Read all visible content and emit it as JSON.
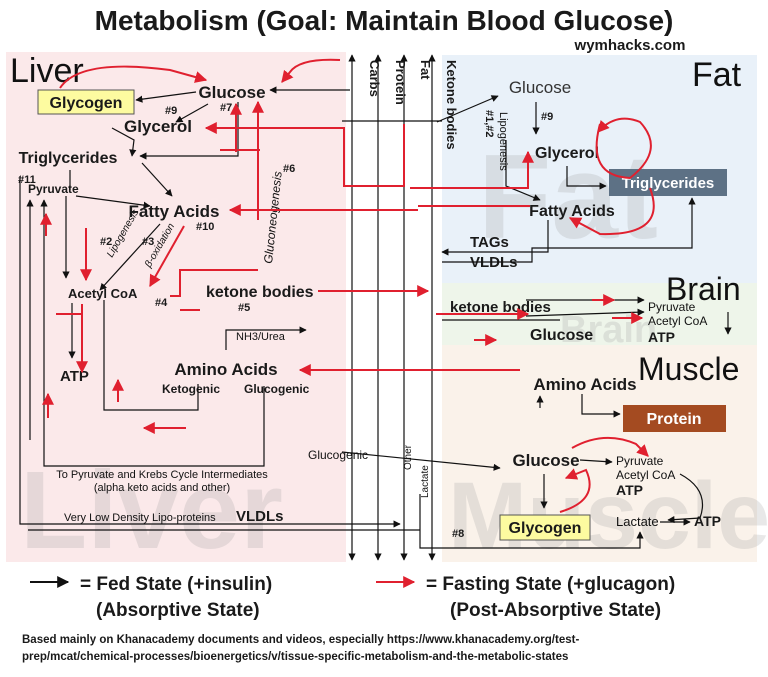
{
  "title": "Metabolism (Goal: Maintain Blood Glucose)",
  "source_site": "wymhacks.com",
  "regions": {
    "liver": "Liver",
    "fat": "Fat",
    "brain": "Brain",
    "muscle": "Muscle"
  },
  "watermarks": {
    "liver": "Liver",
    "fat": "Fat",
    "brain": "Brain",
    "muscle": "Muscle"
  },
  "blood_columns": [
    "Carbs",
    "Protein",
    "Fat",
    "Ketone bodies"
  ],
  "liver": {
    "glycogen": "Glycogen",
    "glucose": "Glucose",
    "glycerol": "Glycerol",
    "triglycerides": "Triglycerides",
    "pyruvate": "Pyruvate",
    "fatty_acids": "Fatty Acids",
    "acetyl_coa": "Acetyl CoA",
    "ketone_bodies": "ketone bodies",
    "atp": "ATP",
    "amino_acids": "Amino Acids",
    "ketogenic": "Ketogenic",
    "glucogenic": "Glucogenic",
    "nh3": "NH3/Urea",
    "gluconeogenesis": "Gluconeogenesis",
    "lipogenesis": "Lipogenesis",
    "beta_oxidation": "β-oxidation",
    "krebs_line1": "To Pyruvate and Krebs Cycle Intermediates",
    "krebs_line2": "(alpha keto acids and other)",
    "vldl_caption": "Very Low Density Lipo-proteins",
    "vldl": "VLDLs",
    "marker_7": "#7",
    "marker_9": "#9",
    "marker_6": "#6",
    "marker_11": "#11",
    "marker_2": "#2",
    "marker_3": "#3",
    "marker_10": "#10",
    "marker_4": "#4",
    "marker_5": "#5"
  },
  "fat": {
    "glucose": "Glucose",
    "glycerol": "Glycerol",
    "triglycerides": "Triglycerides",
    "fatty_acids": "Fatty Acids",
    "lipogenesis": "Lipogenesis",
    "marker_12": "#1,#2",
    "marker_9": "#9",
    "tags": "TAGs",
    "vldls": "VLDLs"
  },
  "brain": {
    "ketone_bodies": "ketone bodies",
    "glucose": "Glucose",
    "pyruvate": "Pyruvate",
    "acetyl_coa": "Acetyl CoA",
    "atp": "ATP"
  },
  "muscle": {
    "amino_acids": "Amino Acids",
    "protein": "Protein",
    "glucose": "Glucose",
    "pyruvate": "Pyruvate",
    "acetyl_coa": "Acetyl CoA",
    "atp": "ATP",
    "glycogen": "Glycogen",
    "lactate": "Lactate",
    "atp2": "ATP",
    "marker_8": "#8"
  },
  "middle": {
    "glucogenic": "Glucogenic",
    "other": "Other",
    "lactate": "Lactate"
  },
  "legend": {
    "fed_label": "= Fed State (+insulin)",
    "fed_sub": "(Absorptive State)",
    "fasting_label": "= Fasting State (+glucagon)",
    "fasting_sub": "(Post-Absorptive State)"
  },
  "footer": {
    "line1": "Based mainly on Khanacademy documents and videos, especially  https://www.khanacademy.org/test-",
    "line2": "prep/mcat/chemical-processes/bioenergetics/v/tissue-specific-metabolism-and-the-metabolic-states"
  },
  "colors": {
    "liver_bg": "#fbe9ea",
    "fat_bg": "#e9f1f9",
    "brain_bg": "#eef5ea",
    "muscle_bg": "#faf2ea",
    "fed_arrow": "#111111",
    "fasting_arrow": "#e0202f",
    "glycogen_box": "#fdfba0",
    "triglycerides_box": "#5d7185",
    "protein_box": "#a44b21"
  }
}
